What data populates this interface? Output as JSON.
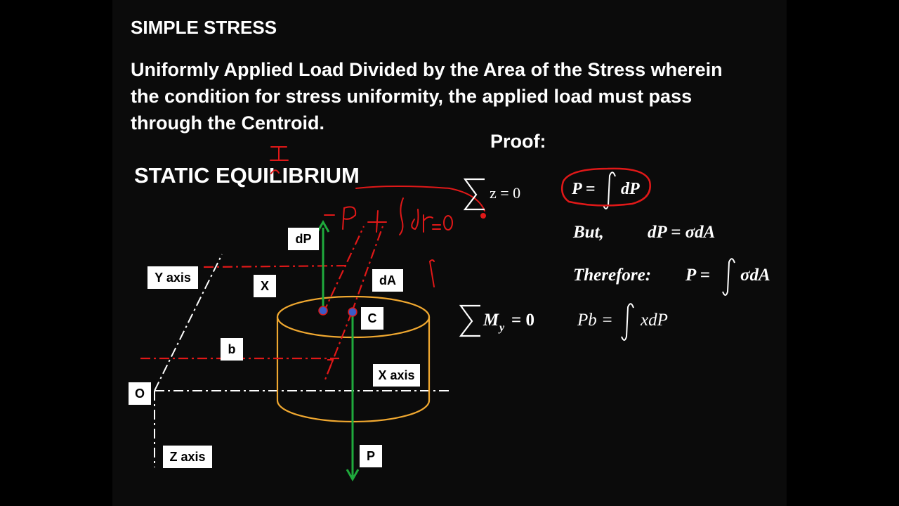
{
  "slide": {
    "title": "SIMPLE STRESS",
    "definition_lines": [
      "Uniformly Applied Load Divided by the Area of the Stress wherein",
      "the condition for stress uniformity, the applied load must pass",
      "through the Centroid."
    ],
    "section_heading": "STATIC EQUILIBRIUM",
    "proof_heading": "Proof:"
  },
  "labels": {
    "dP": "dP",
    "y_axis": "Y axis",
    "x": "X",
    "dA": "dA",
    "c": "C",
    "b": "b",
    "o": "O",
    "x_axis": "X axis",
    "z_axis": "Z axis",
    "p": "P"
  },
  "equations": {
    "sum_z": "z = 0",
    "p_integral_lhs": "P =",
    "p_integral_rhs": "dP",
    "but": "But,",
    "dp_eq": "dP = σdA",
    "therefore": "Therefore:",
    "p_eq_lhs": "P =",
    "p_eq_rhs": "σdA",
    "sum_my_sub": "y",
    "sum_my_rhs": "= 0",
    "sum_my_main": "M",
    "pb_lhs": "Pb =",
    "pb_rhs": "xdP"
  },
  "annotation": {
    "handwritten": "-P + ∫dP = 0"
  },
  "colors": {
    "background": "#0b0b0b",
    "text": "#ffffff",
    "cylinder": "#f0a830",
    "arrow": "#1faa3c",
    "annotation": "#e01818",
    "point": "#3a5bc8"
  }
}
